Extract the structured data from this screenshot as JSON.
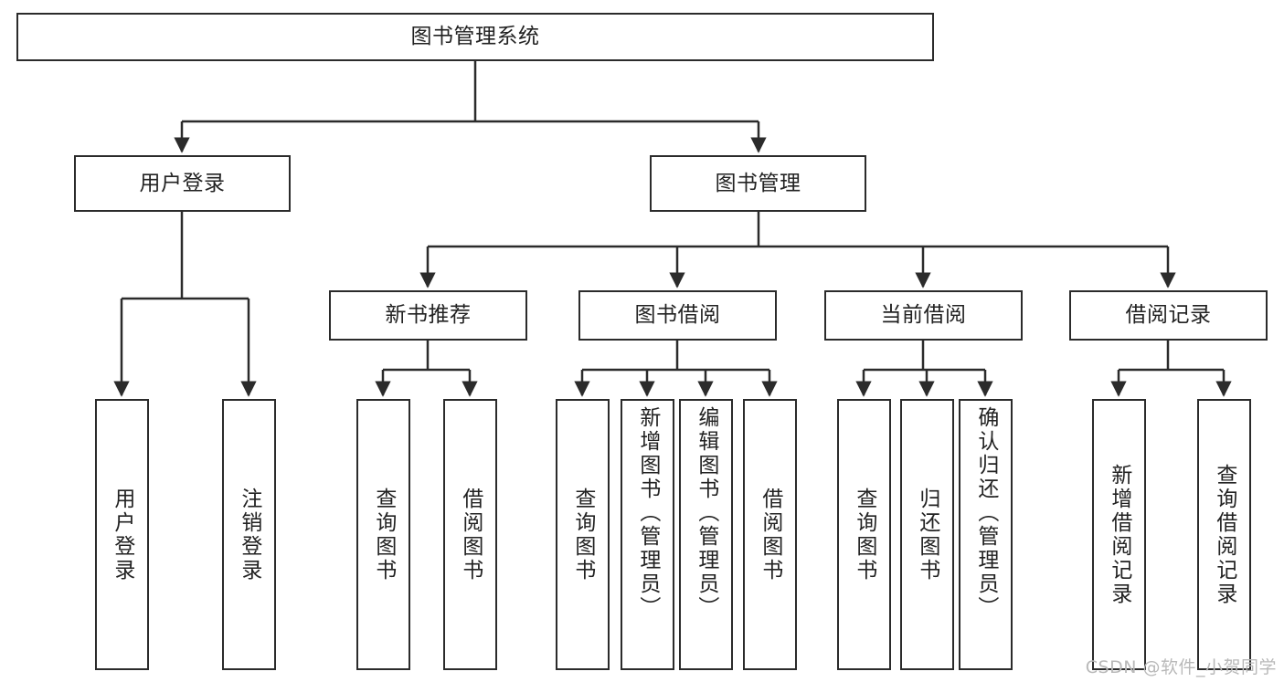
{
  "diagram": {
    "type": "tree-hierarchy",
    "title": "图书管理系统",
    "watermark": "CSDN @软件_小贺同学",
    "colors": {
      "stroke": "#2b2b2b",
      "fill": "#ffffff",
      "text": "#222222",
      "watermark": "#b9b9b9"
    },
    "levels": {
      "root": {
        "label": "图书管理系统"
      },
      "level2": [
        {
          "label": "用户登录"
        },
        {
          "label": "图书管理"
        }
      ],
      "level3": [
        {
          "label": "新书推荐"
        },
        {
          "label": "图书借阅"
        },
        {
          "label": "当前借阅"
        },
        {
          "label": "借阅记录"
        }
      ],
      "leaves": {
        "user_login": [
          {
            "label": "用户登录"
          },
          {
            "label": "注销登录"
          }
        ],
        "new_book_recommend": [
          {
            "label": "查询图书"
          },
          {
            "label": "借阅图书"
          }
        ],
        "book_borrow": [
          {
            "label": "查询图书"
          },
          {
            "label": "新增图书（管理员）"
          },
          {
            "label": "编辑图书（管理员）"
          },
          {
            "label": "借阅图书"
          }
        ],
        "current_borrow": [
          {
            "label": "查询图书"
          },
          {
            "label": "归还图书"
          },
          {
            "label": "确认归还（管理员）"
          }
        ],
        "borrow_record": [
          {
            "label": "新增借阅记录"
          },
          {
            "label": "查询借阅记录"
          }
        ]
      }
    }
  }
}
